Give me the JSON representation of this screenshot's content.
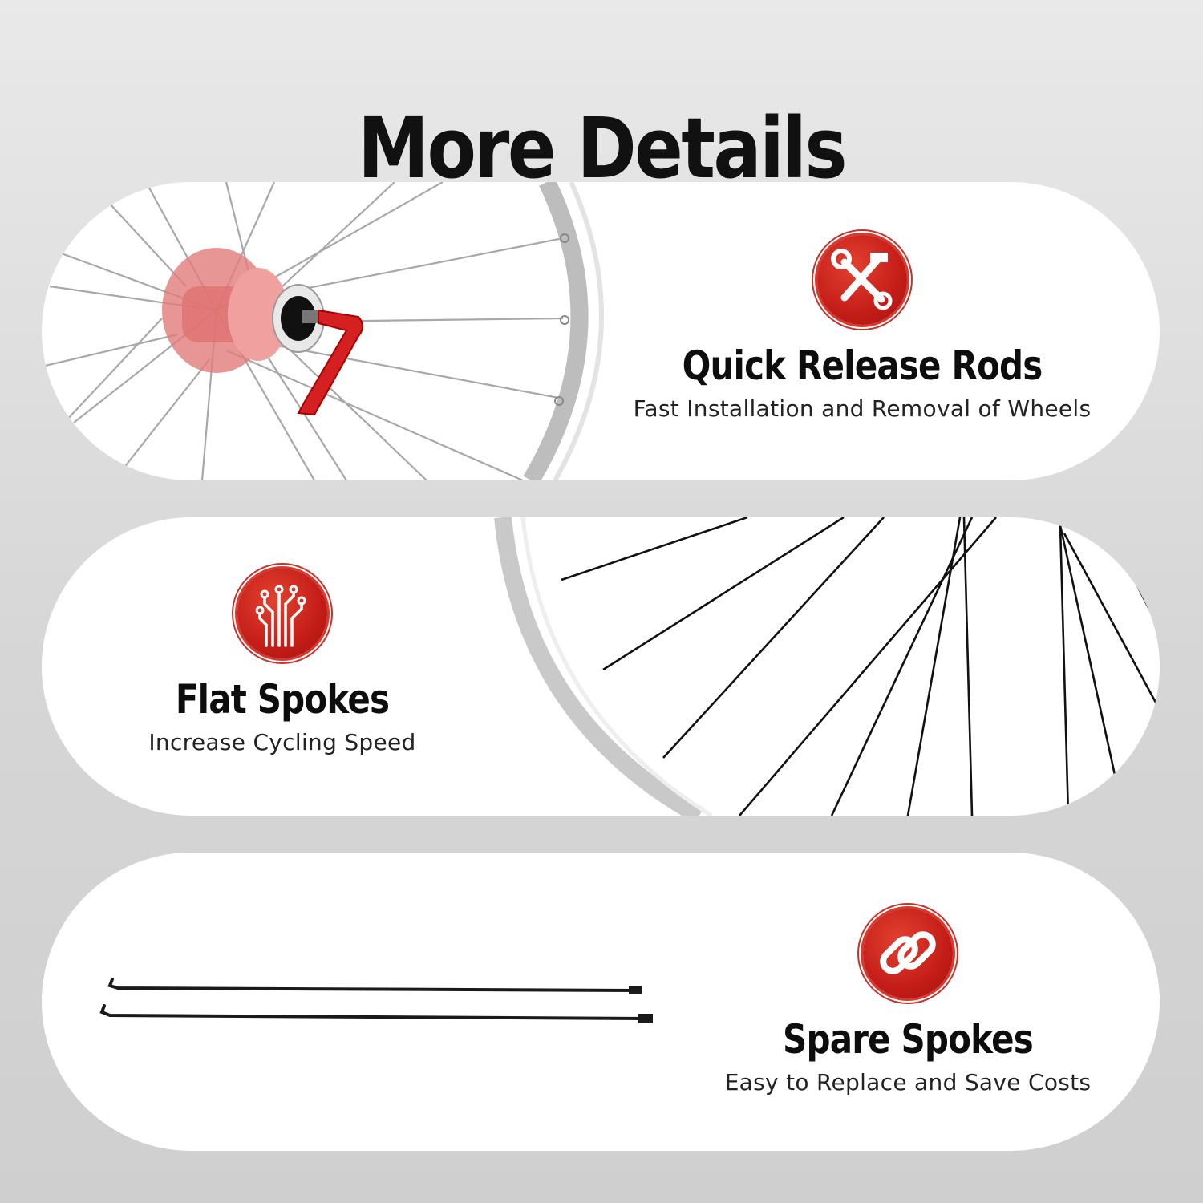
{
  "page": {
    "title": "More Details"
  },
  "features": [
    {
      "title": "Quick Release Rods",
      "description": "Fast Installation and Removal of Wheels",
      "icon": "tools-icon"
    },
    {
      "title": "Flat Spokes",
      "description": "Increase Cycling Speed",
      "icon": "circuit-icon"
    },
    {
      "title": "Spare Spokes",
      "description": "Easy to Replace and Save Costs",
      "icon": "chain-link-icon"
    }
  ],
  "colors": {
    "accent": "#c41d18",
    "card": "#ffffff",
    "background": "#dcdcdc"
  }
}
